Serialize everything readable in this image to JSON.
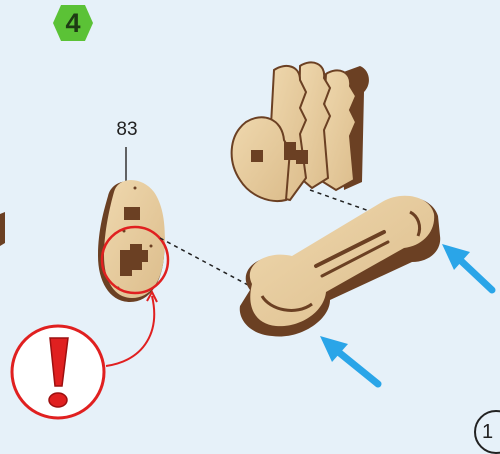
{
  "step": {
    "number": "4",
    "badge_color": "#5bc236"
  },
  "part": {
    "label": "83"
  },
  "warning": {
    "color": "#e02020",
    "icon": "exclamation-icon"
  },
  "arrows": {
    "color": "#2aa5e8",
    "icon": "push-arrow-icon"
  },
  "page": {
    "number": "1"
  },
  "colors": {
    "wood_face": "#e8cda1",
    "wood_edge": "#6b4023",
    "background": "#e6f1f9"
  }
}
